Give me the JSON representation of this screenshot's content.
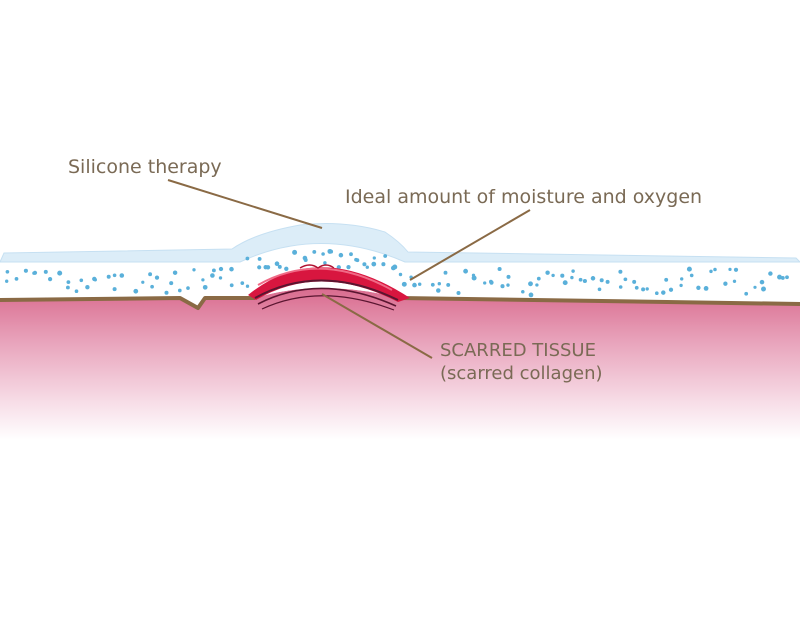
{
  "labels": {
    "silicone": "Silicone therapy",
    "moisture": "Ideal amount of moisture and oxygen",
    "scar_title": "SCARRED TISSUE",
    "scar_sub": "(scarred collagen)"
  },
  "colors": {
    "label_text": "#7a6a55",
    "leader_line": "#8a6a45",
    "silicone_layer": "#dcedf8",
    "silicone_edge": "#c6e0f2",
    "moisture_dots": "#5ab0da",
    "skin_surface": "#8a6a45",
    "tissue_top": "#d96b8e",
    "tissue_bottom": "#ffffff",
    "scar_red": "#d8163f",
    "scar_dark": "#5a1530"
  }
}
